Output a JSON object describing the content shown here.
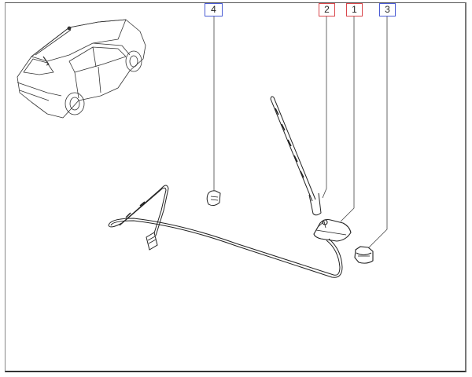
{
  "diagram": {
    "type": "exploded-parts-diagram",
    "subject": "roof antenna assembly",
    "callouts": [
      {
        "number": "4",
        "color": "#4a5bd4",
        "part": "cable clip"
      },
      {
        "number": "2",
        "color": "#d9464b",
        "part": "antenna mast"
      },
      {
        "number": "1",
        "color": "#d9464b",
        "part": "antenna base"
      },
      {
        "number": "3",
        "color": "#4a5bd4",
        "part": "grommet/clip"
      }
    ],
    "inset": "vehicle location view (rear roof antenna position)",
    "colors": {
      "line": "#222222",
      "frame": "#555555",
      "callout_red": "#d9464b",
      "callout_blue": "#4a5bd4"
    }
  }
}
